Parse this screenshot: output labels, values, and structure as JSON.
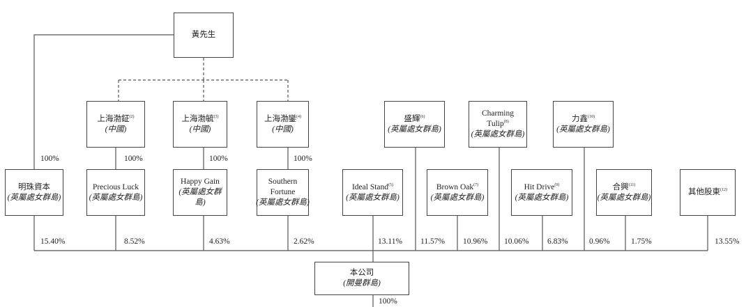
{
  "controller": {
    "name": "黃先生"
  },
  "holdcos": [
    {
      "name": "上海渤鉦",
      "note": "(2)",
      "place": "(中國)"
    },
    {
      "name": "上海渤毓",
      "note": "(3)",
      "place": "(中國)"
    },
    {
      "name": "上海渤鑾",
      "note": "(4)",
      "place": "(中國)"
    }
  ],
  "top_shareholders": [
    {
      "name": "盛輝",
      "note": "(6)",
      "place": "(英屬處女群島)",
      "pct": "11.57%"
    },
    {
      "name": "Charming Tulip",
      "note": "(8)",
      "place": "(英屬處女群島)",
      "pct": "10.06%"
    },
    {
      "name": "力鑫",
      "note": "(10)",
      "place": "(英屬處女群島)",
      "pct": "0.96%"
    }
  ],
  "shareholders": [
    {
      "name": "明珠資本",
      "note": "",
      "place": "(英屬處女群島)",
      "own": "100%",
      "pct": "15.40%"
    },
    {
      "name": "Precious Luck",
      "note": "",
      "place": "(英屬處女群島)",
      "own": "100%",
      "pct": "8.52%"
    },
    {
      "name": "Happy Gain",
      "note": "",
      "place": "(英屬處女群島)",
      "own": "100%",
      "pct": "4.63%"
    },
    {
      "name": "Southern Fortune",
      "note": "",
      "place": "(英屬處女群島)",
      "own": "100%",
      "pct": "2.62%"
    },
    {
      "name": "Ideal Stand",
      "note": "(5)",
      "place": "(英屬處女群島)",
      "pct": "13.11%"
    },
    {
      "name": "Brown Oak",
      "note": "(7)",
      "place": "(英屬處女群島)",
      "pct": "10.96%"
    },
    {
      "name": "Hit Drive",
      "note": "(9)",
      "place": "(英屬處女群島)",
      "pct": "6.83%"
    },
    {
      "name": "合興",
      "note": "(11)",
      "place": "(英屬處女群島)",
      "pct": "1.75%"
    },
    {
      "name": "其他股東",
      "note": "(12)",
      "place": "",
      "pct": "13.55%"
    }
  ],
  "company": {
    "name": "本公司",
    "place": "(開曼群島)",
    "sub_pct": "100%"
  }
}
